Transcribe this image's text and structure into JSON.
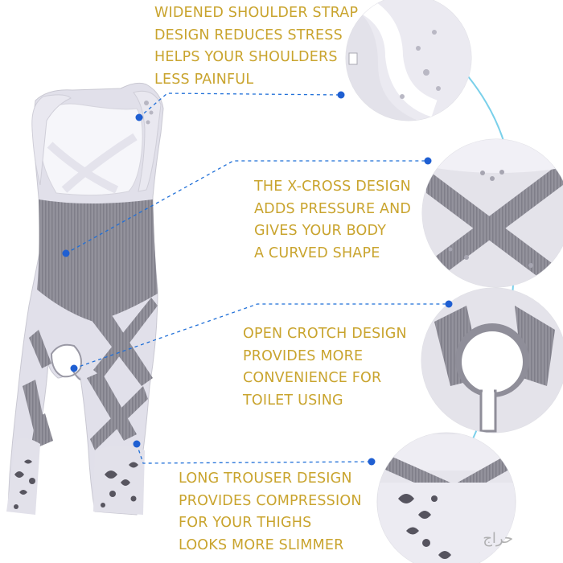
{
  "features": [
    {
      "id": "shoulder",
      "lines": [
        "WIDENED SHOULDER STRAP",
        "DESIGN REDUCES STRESS",
        "HELPS YOUR SHOULDERS",
        "LESS PAINFUL"
      ]
    },
    {
      "id": "xcross",
      "lines": [
        "THE X-CROSS DESIGN",
        "ADDS PRESSURE AND",
        "GIVES YOUR BODY",
        "A CURVED SHAPE"
      ]
    },
    {
      "id": "crotch",
      "lines": [
        "OPEN CROTCH DESIGN",
        "PROVIDES MORE",
        "CONVENIENCE FOR",
        "TOILET USING"
      ]
    },
    {
      "id": "trouser",
      "lines": [
        "LONG TROUSER DESIGN",
        "PROVIDES COMPRESSION",
        "FOR YOUR THIGHS",
        "LOOKS MORE SLIMMER"
      ]
    }
  ],
  "watermark": "حراج",
  "colors": {
    "text": "#c9a42e",
    "callout": "#1f6fd8",
    "connector": "#7ad0ea",
    "fabric_light": "#e2e1ea",
    "fabric_dark": "#8e8d97",
    "lace": "#55535e"
  }
}
